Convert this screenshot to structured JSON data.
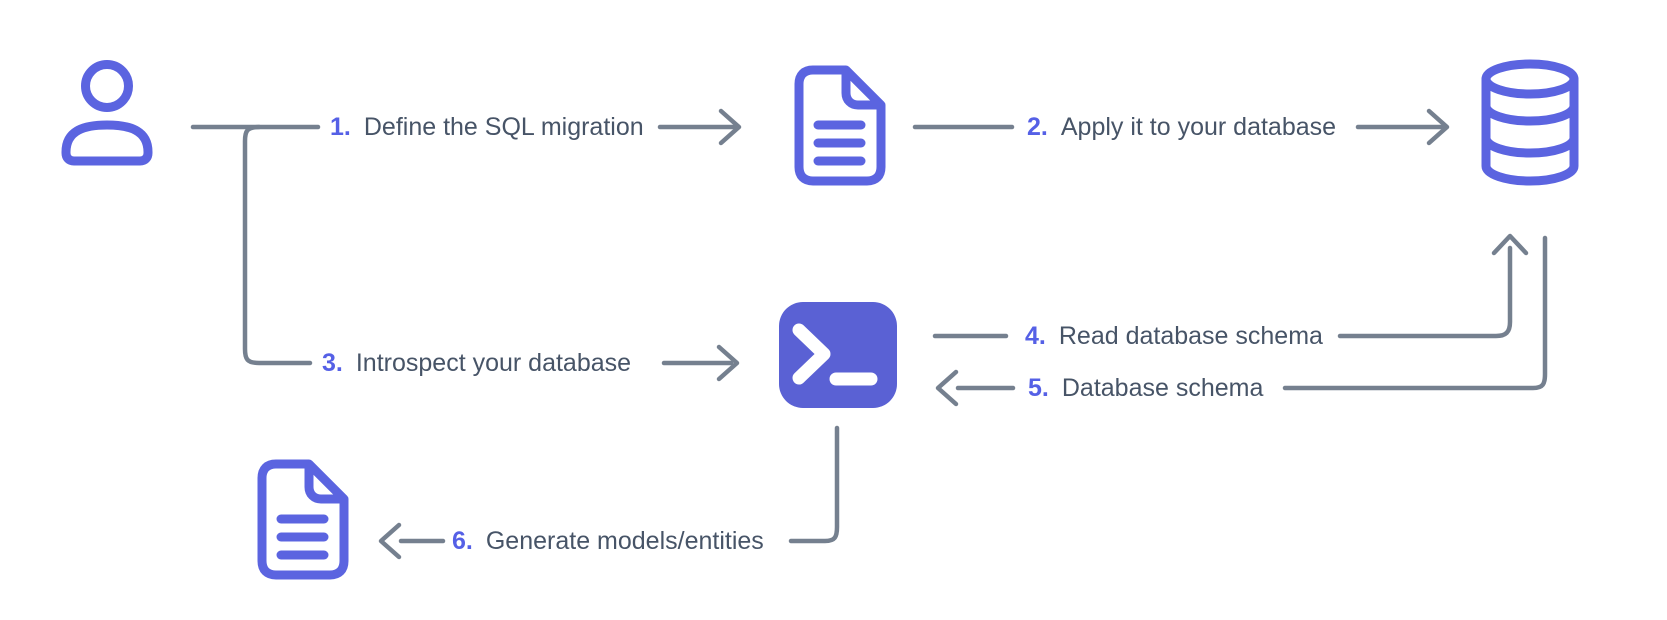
{
  "diagram": {
    "steps": [
      {
        "number": "1.",
        "label": "Define the SQL migration"
      },
      {
        "number": "2.",
        "label": "Apply it to your database"
      },
      {
        "number": "3.",
        "label": "Introspect your database"
      },
      {
        "number": "4.",
        "label": "Read database schema"
      },
      {
        "number": "5.",
        "label": "Database schema"
      },
      {
        "number": "6.",
        "label": "Generate models/entities"
      }
    ],
    "nodes": [
      {
        "id": "user",
        "icon": "user-icon"
      },
      {
        "id": "migration-file",
        "icon": "document-icon"
      },
      {
        "id": "database",
        "icon": "database-icon"
      },
      {
        "id": "cli",
        "icon": "terminal-icon"
      },
      {
        "id": "models-file",
        "icon": "document-icon"
      }
    ]
  },
  "theme": {
    "accent": "#5560E6",
    "icon_stroke": "#5B64E0",
    "terminal_fill": "#5A61D4",
    "connector": "#75808F",
    "text": "#475467",
    "background": "#FFFFFF"
  }
}
